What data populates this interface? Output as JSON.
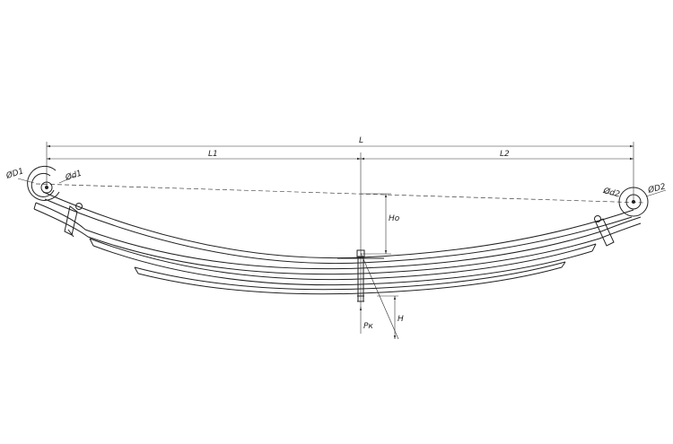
{
  "labels": {
    "L": "L",
    "L1": "L1",
    "L2": "L2",
    "D1": "ØD1",
    "d1": "Ød1",
    "d2": "Ød2",
    "D2": "ØD2",
    "Ho": "Ho",
    "H": "H",
    "Pk": "Pк"
  }
}
